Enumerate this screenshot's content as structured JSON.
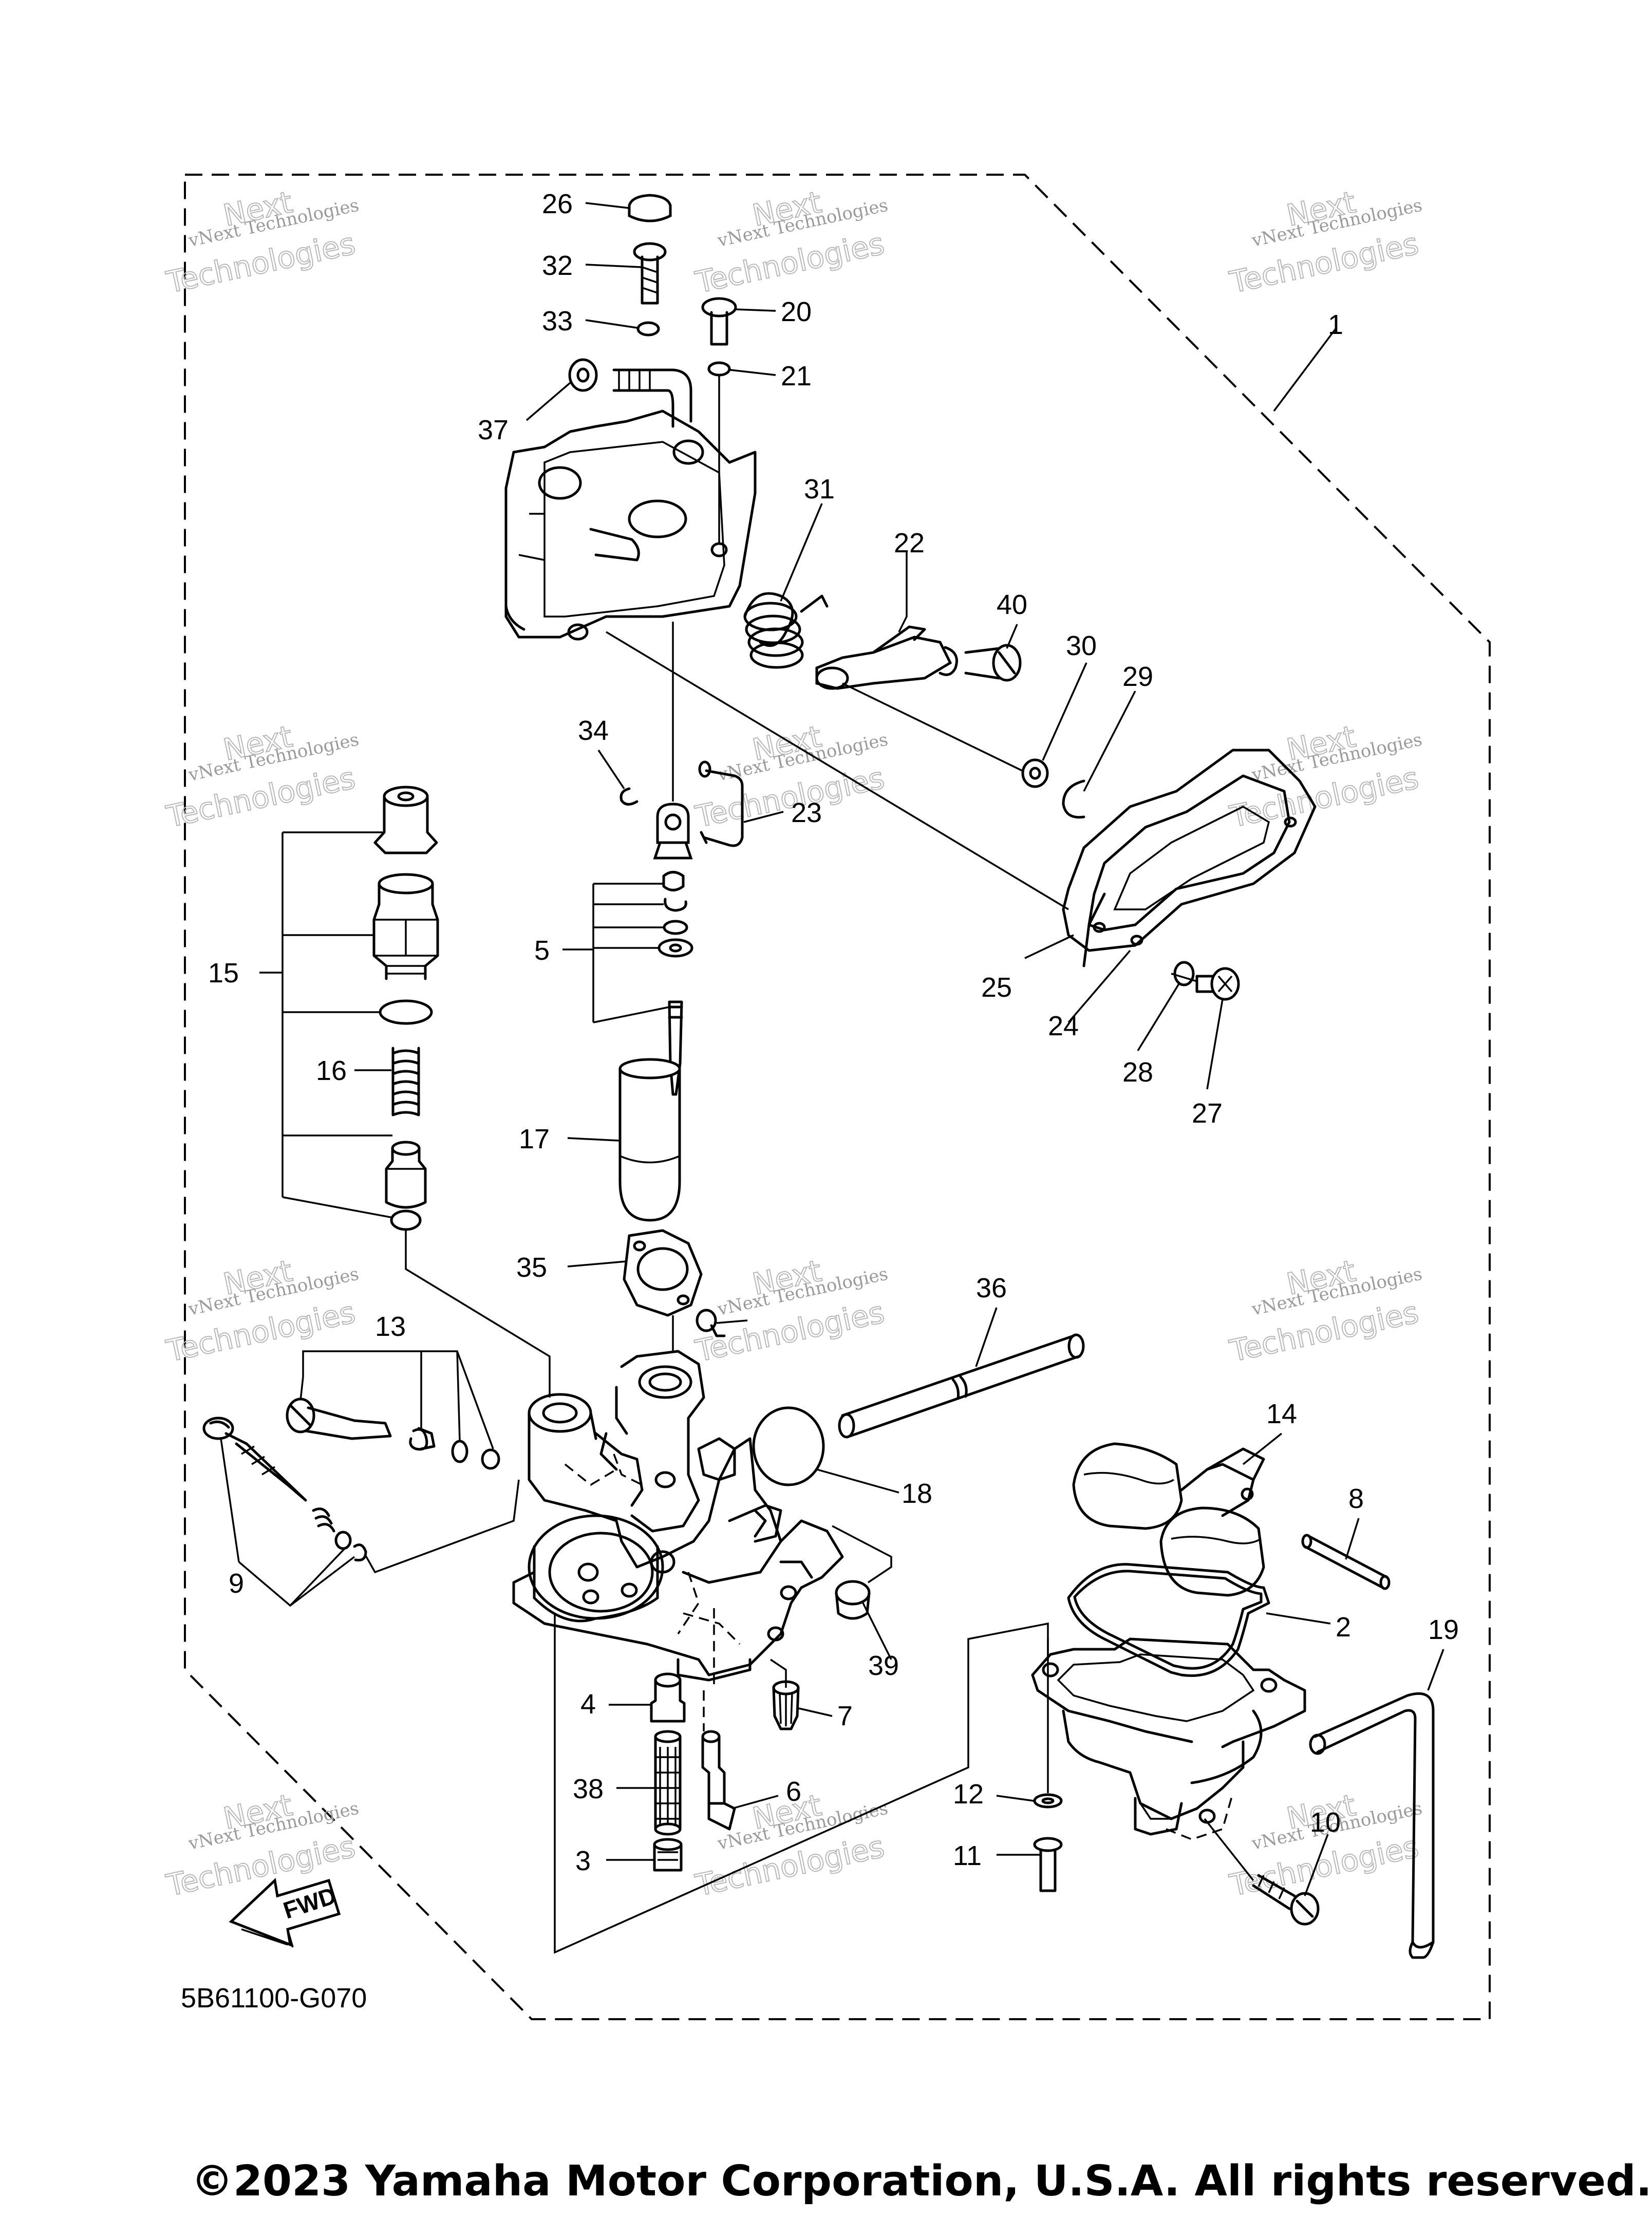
{
  "diagram_code": "5B61100-G070",
  "copyright": "©2023 Yamaha Motor Corporation, U.S.A. All rights reserved.",
  "watermark": {
    "line1": "vNext Technologies",
    "line2": "Next",
    "line3": "Technologies"
  },
  "fwd_label": "FWD",
  "callouts": [
    "1",
    "2",
    "3",
    "4",
    "5",
    "6",
    "7",
    "8",
    "9",
    "10",
    "11",
    "12",
    "13",
    "14",
    "15",
    "16",
    "17",
    "18",
    "19",
    "20",
    "21",
    "22",
    "23",
    "24",
    "25",
    "26",
    "27",
    "28",
    "29",
    "30",
    "31",
    "32",
    "33",
    "34",
    "35",
    "36",
    "37",
    "38",
    "39",
    "40"
  ],
  "colors": {
    "ink": "#000000",
    "watermark": "#9a9a9a",
    "background": "#ffffff"
  }
}
